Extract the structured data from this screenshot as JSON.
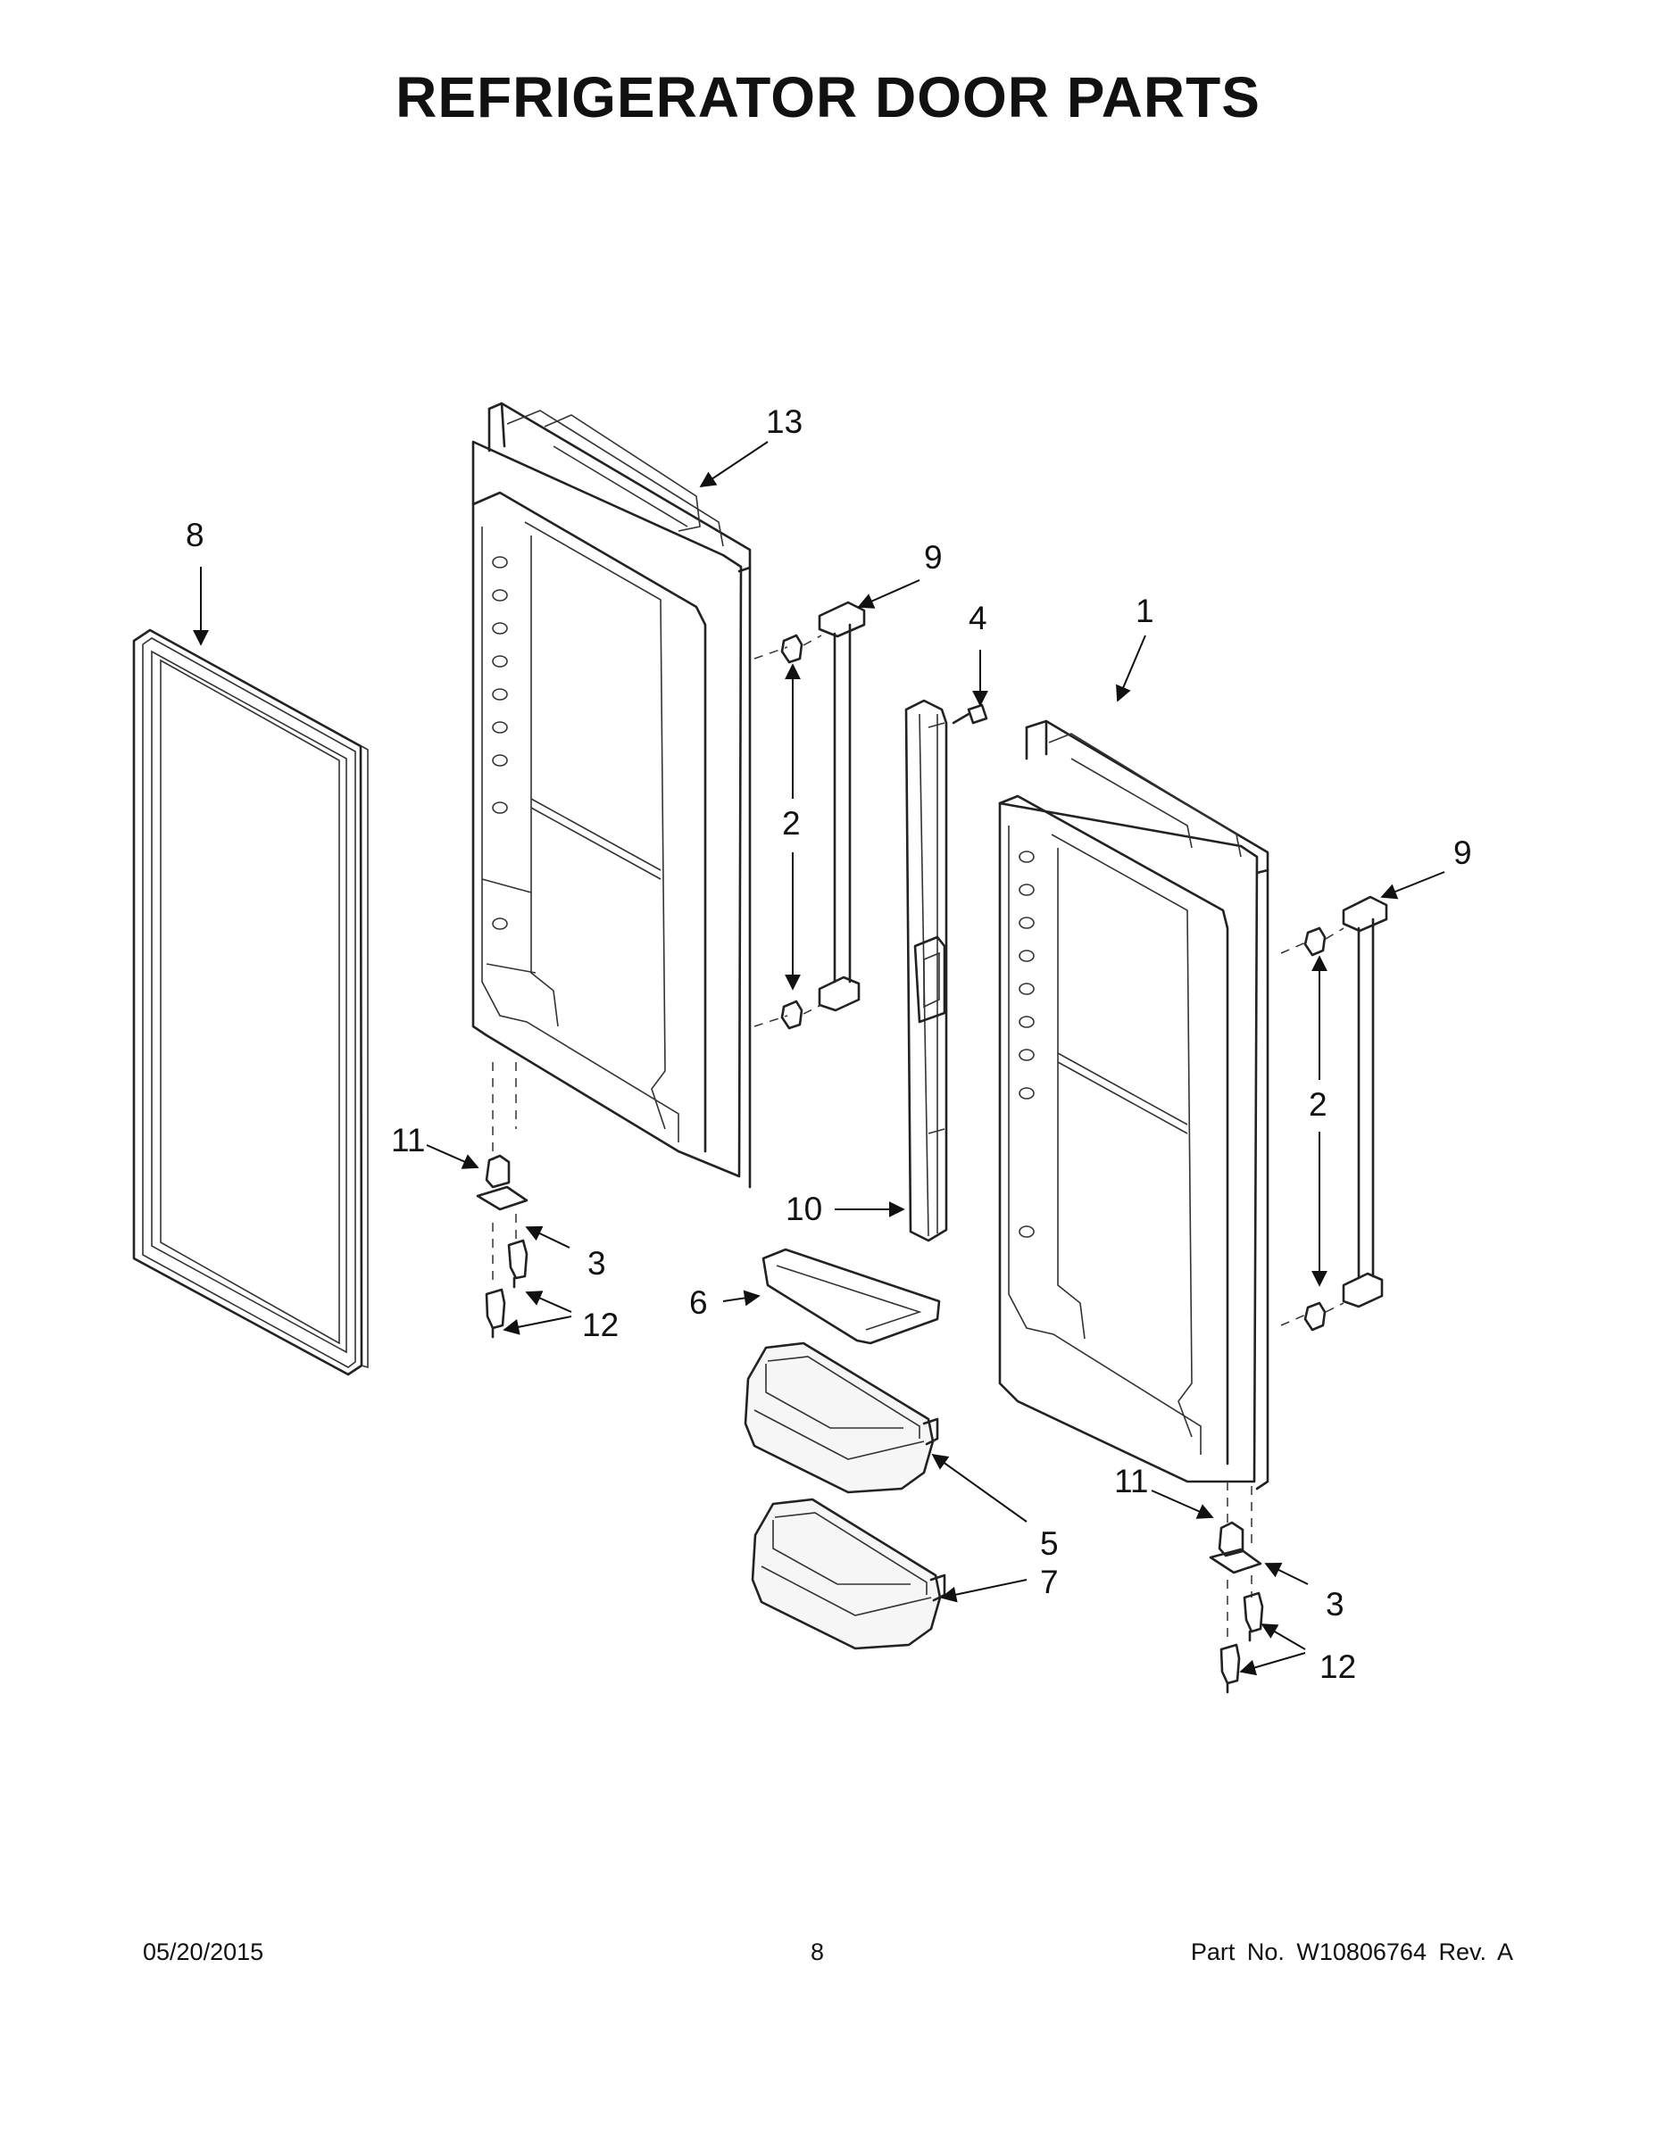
{
  "header": {
    "title": "REFRIGERATOR DOOR PARTS"
  },
  "footer": {
    "date": "05/20/2015",
    "page": "8",
    "part_number": "Part No.  W10806764  Rev.  A"
  },
  "callouts": {
    "c13": "13",
    "c8": "8",
    "c9a": "9",
    "c4": "4",
    "c1": "1",
    "c9b": "9",
    "c2a": "2",
    "c2b": "2",
    "c11a": "11",
    "c3a": "3",
    "c12a": "12",
    "c10": "10",
    "c6": "6",
    "c5": "5",
    "c7": "7",
    "c11b": "11",
    "c3b": "3",
    "c12b": "12"
  }
}
